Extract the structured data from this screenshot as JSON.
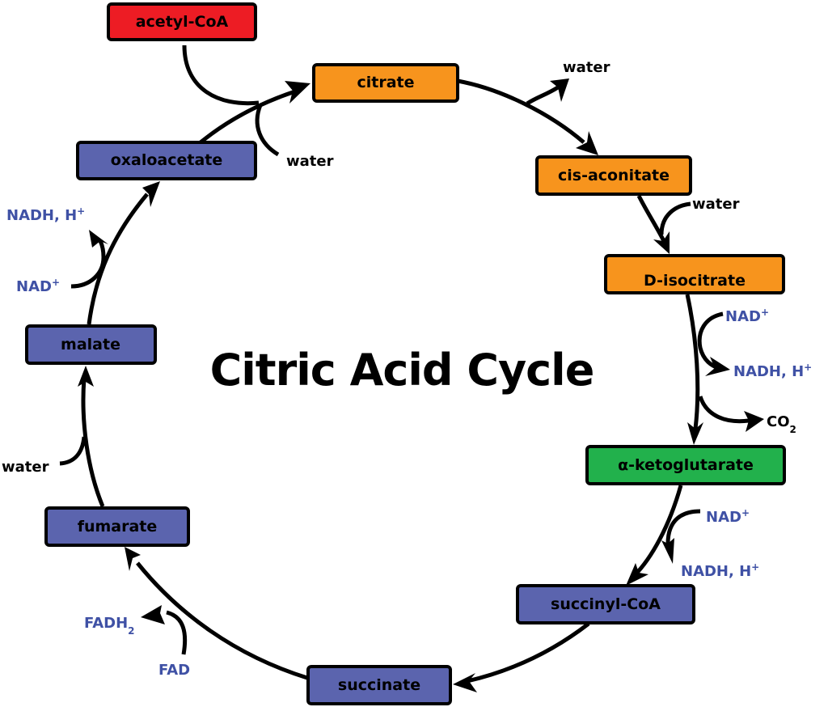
{
  "title": "Citric Acid Cycle",
  "colors": {
    "input": "#ED1C24",
    "early_intermediate": "#F7941D",
    "key_intermediate": "#22B14C",
    "late_intermediate": "#5B64AE",
    "cofactor_text": "#3F51A5",
    "byproduct_text": "#000000"
  },
  "nodes": {
    "acetyl_coa": "acetyl-CoA",
    "citrate": "citrate",
    "cis_aconitate": "cis-aconitate",
    "d_isocitrate": "D-isocitrate",
    "alpha_ketoglutarate": "α-ketoglutarate",
    "succinyl_coa": "succinyl-CoA",
    "succinate": "succinate",
    "fumarate": "fumarate",
    "malate": "malate",
    "oxaloacetate": "oxaloacetate"
  },
  "side_labels": {
    "water_in_citrate": "water",
    "water_out_citrate": "water",
    "water_in_aconitate": "water",
    "nad_isocitrate": "NAD",
    "nadh_isocitrate": "NADH, H",
    "co2_isocitrate": "CO",
    "nad_ketoglutarate": "NAD",
    "nadh_ketoglutarate": "NADH, H",
    "fad_succinate": "FAD",
    "fadh2_succinate": "FADH",
    "water_fumarate": "water",
    "nad_malate": "NAD",
    "nadh_malate": "NADH, H",
    "plus": "+",
    "two": "2"
  }
}
